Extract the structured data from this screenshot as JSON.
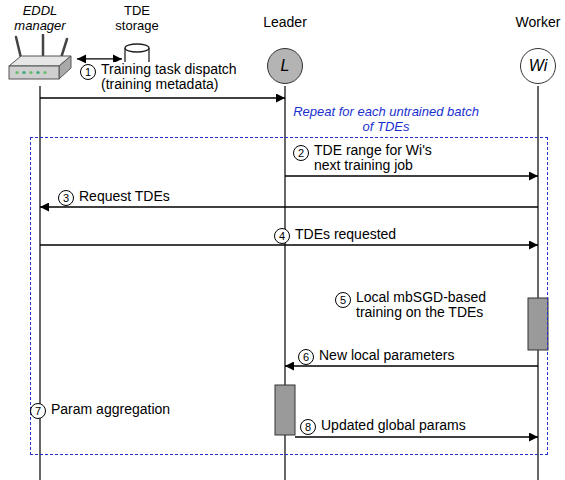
{
  "diagram": {
    "nodes": [
      {
        "text": [
          "EDDL manager"
        ]
      },
      {
        "text": [
          "TDE storage"
        ]
      },
      {
        "text": [
          "Leader",
          "L"
        ]
      },
      {
        "text": [
          "Worker",
          "Wi"
        ]
      },
      {
        "text": [
          "Repeat for each untrained batch of TDEs"
        ]
      }
    ],
    "edges": [
      {
        "from": 0,
        "to": 2,
        "label": "Training task dispatch (training metadata)",
        "arrow": "to"
      },
      {
        "from": 0,
        "to": 1,
        "arrow": "both"
      },
      {
        "from": 2,
        "to": 3,
        "label": "TDE range for Wi's next training job",
        "arrow": "to"
      },
      {
        "from": 3,
        "to": 0,
        "label": "Request TDEs",
        "arrow": "to"
      },
      {
        "from": 0,
        "to": 3,
        "label": "TDEs requested",
        "arrow": "to"
      },
      {
        "from": 3,
        "to": 2,
        "label": "New local parameters",
        "arrow": "to"
      },
      {
        "from": 2,
        "to": 3,
        "label": "Updated global params",
        "arrow": "to"
      }
    ],
    "labels": [
      "1",
      "2",
      "3",
      "4",
      "5",
      "Local mbSGD-based training on the TDEs",
      "6",
      "7",
      "Param aggregation",
      "8"
    ]
  }
}
